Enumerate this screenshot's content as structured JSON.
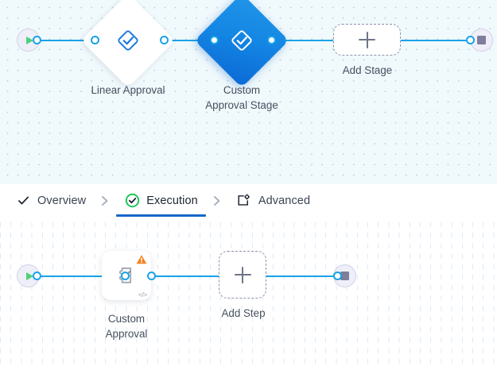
{
  "colors": {
    "edge": "#1aa3e8",
    "port_stroke": "#1aa3e8",
    "selected_node": "#1487e4",
    "active_tab_underline": "#1668c9",
    "tab_check_green": "#22c55e",
    "warning_orange": "#f5821f",
    "start_play_green": "#4fd07a",
    "stop_square": "#7d7d9c",
    "terminal_fill": "#efeffa",
    "stage_canvas_bg": "#f0f9fc",
    "step_canvas_bg": "#ffffff",
    "caption_text": "#46505e"
  },
  "stage_canvas": {
    "name": "stage-graph",
    "start_node": {
      "icon": "play-icon",
      "label": ""
    },
    "nodes": [
      {
        "id": "linear-approval",
        "shape": "diamond",
        "icon": "diamond-check-icon",
        "caption": "Linear Approval",
        "selected": false
      },
      {
        "id": "custom-approval-stage",
        "shape": "diamond",
        "icon": "diamond-check-icon",
        "caption": "Custom\nApproval Stage",
        "selected": true
      }
    ],
    "add_button": {
      "label": "Add Stage",
      "icon": "plus-icon"
    },
    "end_node": {
      "icon": "stop-icon",
      "label": ""
    }
  },
  "tabs": {
    "name": "stage-detail-tabs",
    "separator_icon": "chevron-right-icon",
    "items": [
      {
        "id": "overview",
        "label": "Overview",
        "icon": "check-icon",
        "active": false
      },
      {
        "id": "execution",
        "label": "Execution",
        "icon": "check-circle-icon",
        "active": true
      },
      {
        "id": "advanced",
        "label": "Advanced",
        "icon": "window-settings-icon",
        "active": false
      }
    ]
  },
  "step_canvas": {
    "name": "step-graph",
    "start_node": {
      "icon": "play-icon",
      "label": ""
    },
    "nodes": [
      {
        "id": "custom-approval",
        "shape": "card",
        "icon": "custom-approval-icon",
        "caption": "Custom\nApproval",
        "warning_icon": "warning-triangle-icon",
        "code_badge": "</>"
      }
    ],
    "add_button": {
      "label": "Add Step",
      "icon": "plus-icon"
    },
    "end_node": {
      "icon": "stop-icon",
      "label": ""
    }
  }
}
